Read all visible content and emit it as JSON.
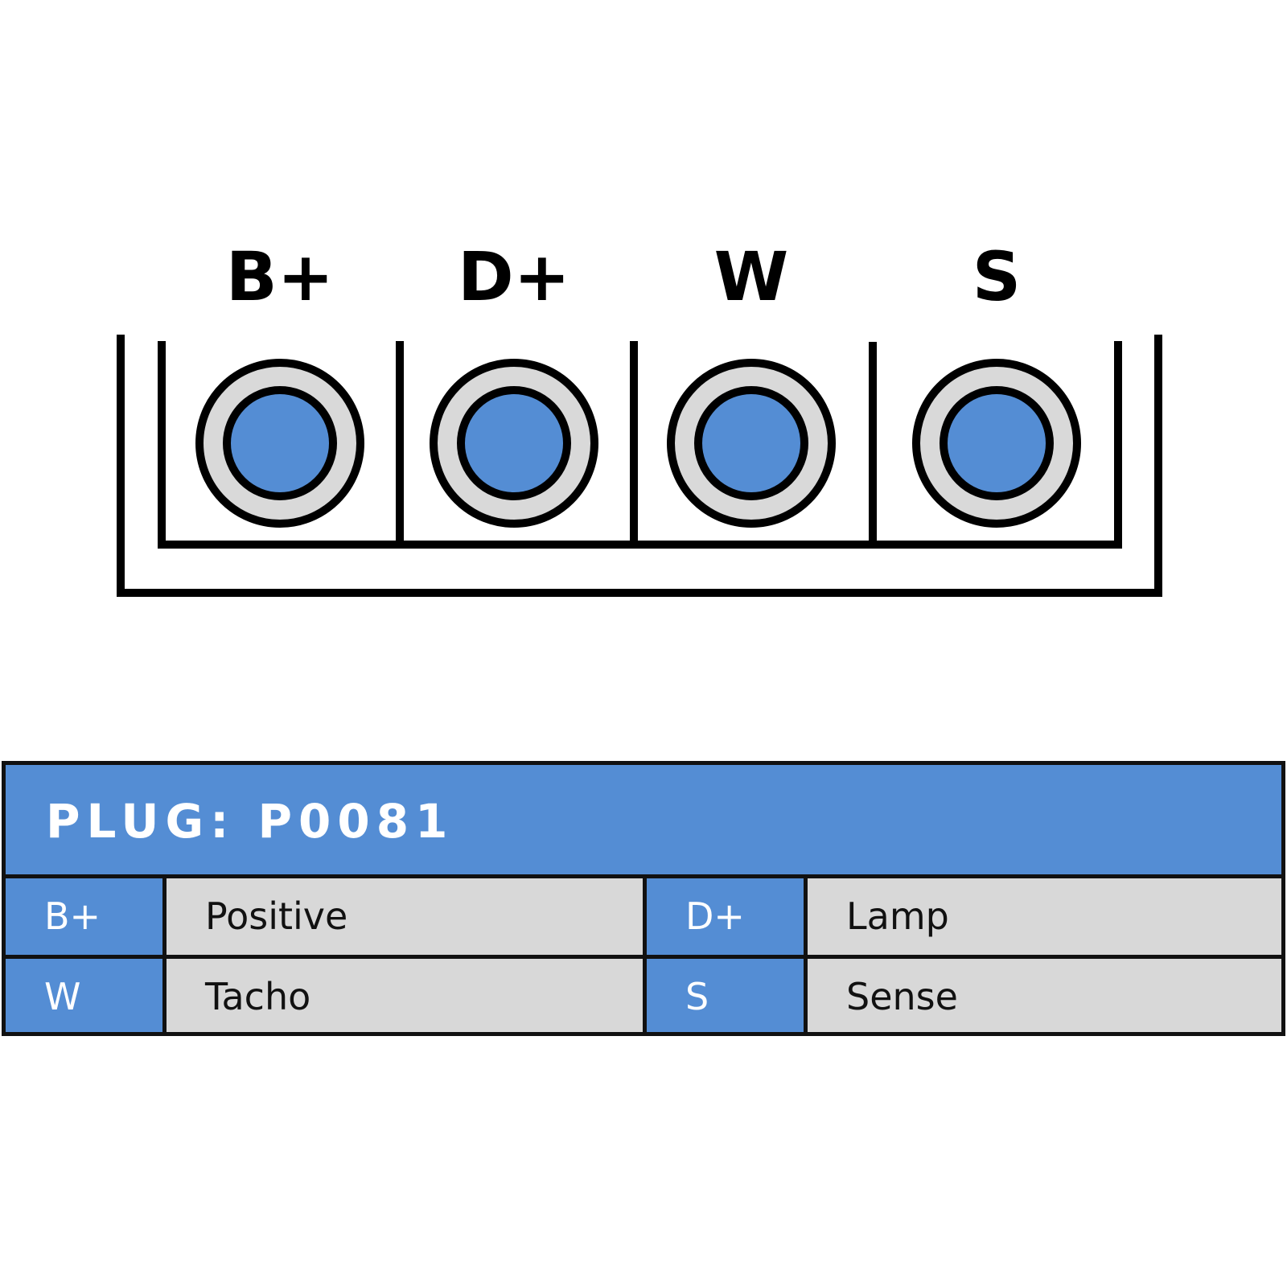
{
  "colors": {
    "accent": "#548dd4",
    "cell": "#d8d8d8",
    "ring": "#d9d9d9",
    "outline": "#000000"
  },
  "pins": [
    {
      "label": "B+"
    },
    {
      "label": "D+"
    },
    {
      "label": "W"
    },
    {
      "label": "S"
    }
  ],
  "table": {
    "title": "PLUG: P0081",
    "rows": [
      [
        {
          "code": "B+",
          "desc": "Positive"
        },
        {
          "code": "D+",
          "desc": "Lamp"
        }
      ],
      [
        {
          "code": "W",
          "desc": "Tacho"
        },
        {
          "code": "S",
          "desc": "Sense"
        }
      ]
    ]
  }
}
